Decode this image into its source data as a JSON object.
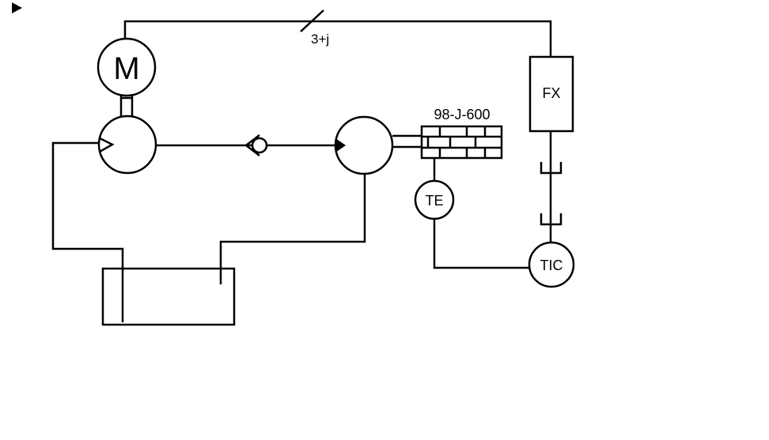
{
  "diagram": {
    "motor_label": "M",
    "bus_label": "3+j",
    "heater_label": "98-J-600",
    "te_label": "TE",
    "tic_label": "TIC",
    "fx_label": "FX"
  },
  "colors": {
    "stroke": "#000000",
    "background": "#ffffff"
  },
  "icons": {
    "corner_marker": "play-triangle-icon"
  }
}
